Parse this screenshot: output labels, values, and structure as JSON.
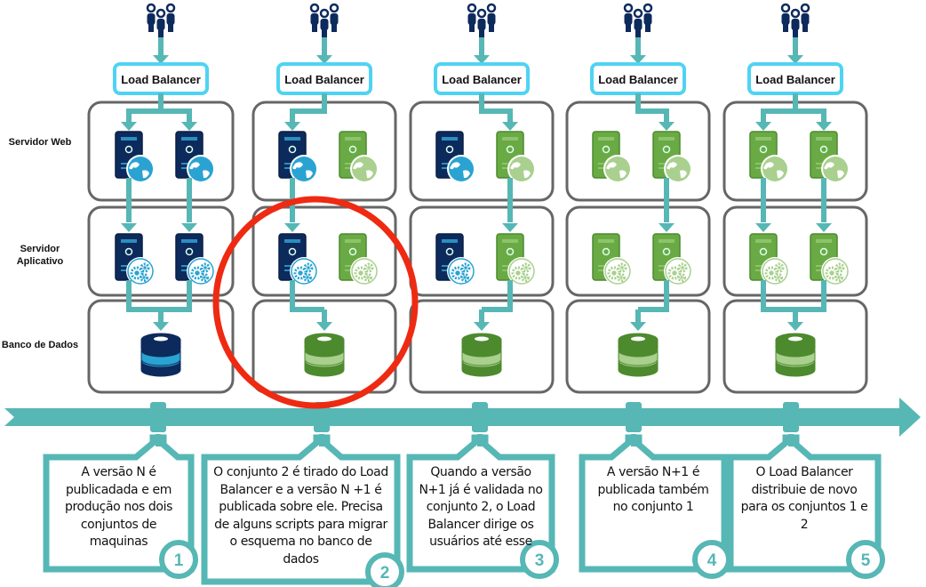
{
  "row_labels": {
    "web": "Servidor Web",
    "app": "Servidor Aplicativo",
    "db": "Banco de Dados"
  },
  "load_balancer_label": "Load Balancer",
  "colors": {
    "teal": "#56b7b5",
    "navy": "#0d2a5c",
    "globe_blue": "#2aa3d2",
    "green": "#6aaa45",
    "green_light": "#a9d08e",
    "lb_border": "#4fd3f3",
    "highlight": "#ee2a12",
    "box_border": "#666666"
  },
  "columns": [
    {
      "step": "1",
      "version_web": [
        "N",
        "N"
      ],
      "version_app": [
        "N",
        "N"
      ],
      "db": "N",
      "lb_route": "both",
      "app_route": "both",
      "caption": "A versão N é publicadada e em produção nos dois conjuntos de maquinas"
    },
    {
      "step": "2",
      "version_web": [
        "N",
        "N+1"
      ],
      "version_app": [
        "N",
        "N+1"
      ],
      "db": "N+1",
      "lb_route": "left",
      "app_route": "left",
      "highlighted": true,
      "caption": "O conjunto 2 é tirado do Load Balancer e a versão N +1 é publicada sobre ele. Precisa de alguns scripts para migrar o esquema no banco de dados"
    },
    {
      "step": "3",
      "version_web": [
        "N",
        "N+1"
      ],
      "version_app": [
        "N",
        "N+1"
      ],
      "db": "N+1",
      "lb_route": "right",
      "app_route": "right",
      "caption": "Quando a versão N+1 já é validada no conjunto 2, o Load Balancer dirige os usuários até esse"
    },
    {
      "step": "4",
      "version_web": [
        "N+1",
        "N+1"
      ],
      "version_app": [
        "N+1",
        "N+1"
      ],
      "db": "N+1",
      "lb_route": "right",
      "app_route": "right",
      "caption": "A versão N+1 é publicada também no conjunto 1"
    },
    {
      "step": "5",
      "version_web": [
        "N+1",
        "N+1"
      ],
      "version_app": [
        "N+1",
        "N+1"
      ],
      "db": "N+1",
      "lb_route": "both",
      "app_route": "both",
      "caption": "O Load Balancer distribuie de novo para os conjuntos 1 e 2"
    }
  ]
}
